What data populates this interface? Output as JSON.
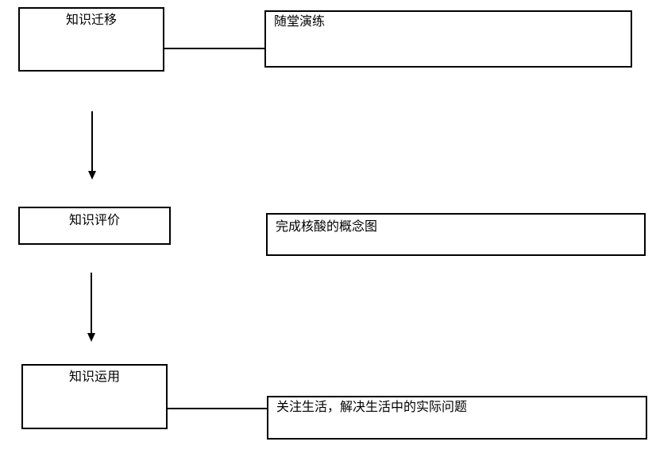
{
  "diagram_type": "flowchart",
  "colors": {
    "background": "#ffffff",
    "line": "#000000",
    "text": "#000000"
  },
  "nodes": [
    {
      "name": "knowledge-transfer",
      "label": "知识迁移"
    },
    {
      "name": "classroom-practice",
      "label": "随堂演练"
    },
    {
      "name": "knowledge-evaluation",
      "label": "知识评价"
    },
    {
      "name": "concept-map-task",
      "label": "完成核酸的概念图"
    },
    {
      "name": "knowledge-application",
      "label": "知识运用"
    },
    {
      "name": "life-application-task",
      "label": "关注生活，解决生活中的实际问题"
    }
  ],
  "edges": [
    {
      "from": "knowledge-transfer",
      "to": "classroom-practice",
      "style": "plain-line"
    },
    {
      "from": "knowledge-transfer",
      "to": "knowledge-evaluation",
      "style": "arrow-down"
    },
    {
      "from": "knowledge-evaluation",
      "to": "knowledge-application",
      "style": "arrow-down"
    },
    {
      "from": "knowledge-application",
      "to": "life-application-task",
      "style": "plain-line"
    }
  ]
}
